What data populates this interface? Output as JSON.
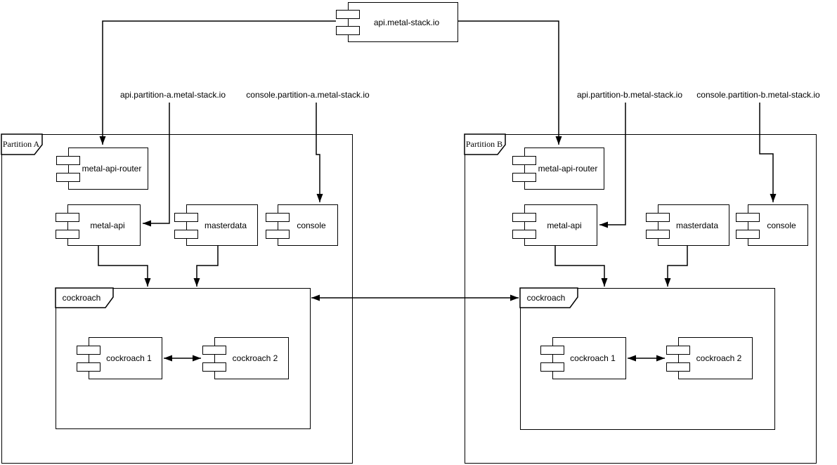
{
  "root_component": {
    "label": "api.metal-stack.io"
  },
  "dns_labels": [
    "api.partition-a.metal-stack.io",
    "console.partition-a.metal-stack.io",
    "api.partition-b.metal-stack.io",
    "console.partition-b.metal-stack.io"
  ],
  "partitions": [
    {
      "tab": "Partition A",
      "components": [
        {
          "label": "metal-api-router"
        },
        {
          "label": "metal-api"
        },
        {
          "label": "masterdata"
        },
        {
          "label": "console"
        }
      ],
      "db_group": {
        "tab": "cockroach",
        "nodes": [
          {
            "label": "cockroach 1"
          },
          {
            "label": "cockroach 2"
          }
        ]
      }
    },
    {
      "tab": "Partition B",
      "components": [
        {
          "label": "metal-api-router"
        },
        {
          "label": "metal-api"
        },
        {
          "label": "masterdata"
        },
        {
          "label": "console"
        }
      ],
      "db_group": {
        "tab": "cockroach",
        "nodes": [
          {
            "label": "cockroach 1"
          },
          {
            "label": "cockroach 2"
          }
        ]
      }
    }
  ],
  "icons": {
    "component_icon": "uml-component-icon"
  },
  "colors": {
    "stroke": "#000000",
    "background": "#ffffff"
  }
}
